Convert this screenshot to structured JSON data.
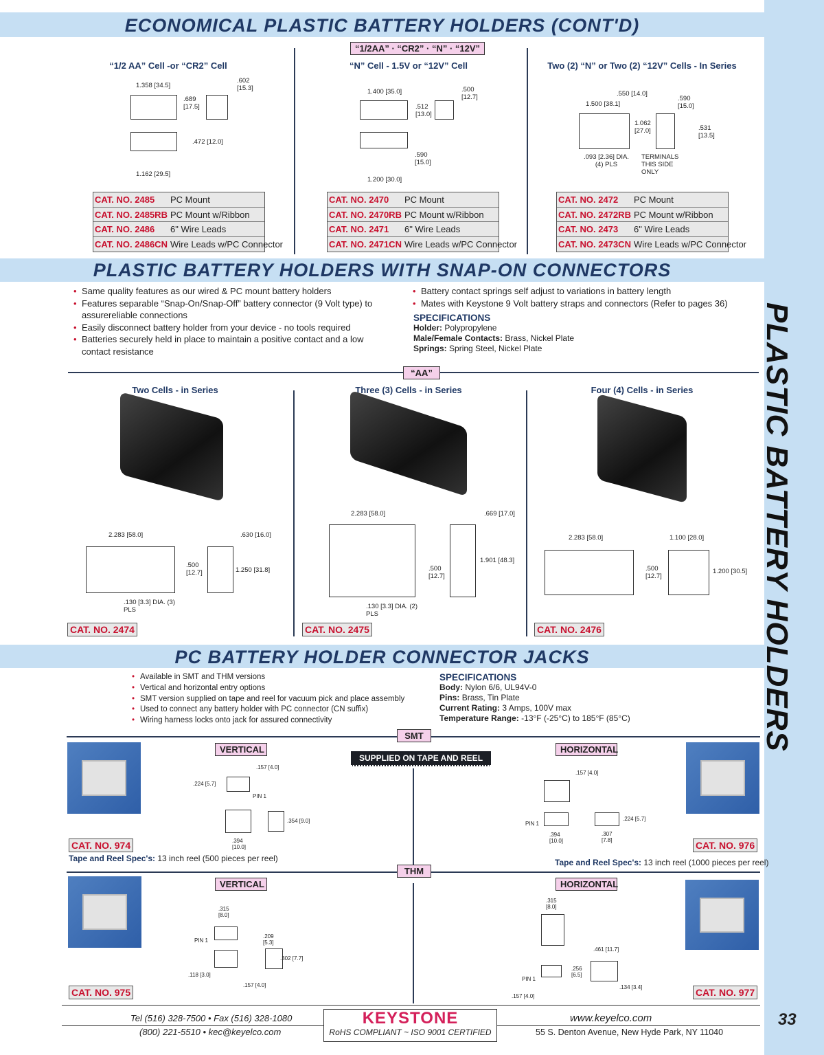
{
  "side_title": "PLASTIC BATTERY HOLDERS",
  "page_number": "33",
  "section1": {
    "title": "ECONOMICAL PLASTIC BATTERY HOLDERS (CONT'D)",
    "tag": "“1/2AA” · “CR2” · “N” · “12V”",
    "columns": [
      {
        "caption": "“1/2 AA” Cell -or “CR2” Cell",
        "dims": [
          "1.358 [34.5]",
          ".602 [15.3]",
          ".689 [17.5]",
          ".472 [12.0]",
          "1.162 [29.5]"
        ],
        "cats": [
          {
            "no": "CAT. NO. 2485",
            "desc": "PC Mount"
          },
          {
            "no": "CAT. NO. 2485RB",
            "desc": "PC Mount w/Ribbon"
          },
          {
            "no": "CAT. NO. 2486",
            "desc": "6\" Wire Leads"
          },
          {
            "no": "CAT. NO. 2486CN",
            "desc": "Wire Leads w/PC Connector"
          }
        ]
      },
      {
        "caption": "“N” Cell - 1.5V or “12V” Cell",
        "dims": [
          "1.400 [35.0]",
          ".500 [12.7]",
          ".512 [13.0]",
          ".590 [15.0]",
          "1.200 [30.0]"
        ],
        "cats": [
          {
            "no": "CAT. NO. 2470",
            "desc": "PC Mount"
          },
          {
            "no": "CAT. NO. 2470RB",
            "desc": "PC Mount w/Ribbon"
          },
          {
            "no": "CAT. NO. 2471",
            "desc": "6\" Wire Leads"
          },
          {
            "no": "CAT. NO. 2471CN",
            "desc": "Wire Leads w/PC Connector"
          }
        ]
      },
      {
        "caption": "Two (2) “N” or Two (2) “12V” Cells - In Series",
        "dims": [
          ".550 [14.0]",
          "1.500 [38.1]",
          ".590 [15.0]",
          "1.062 [27.0]",
          ".531 [13.5]",
          ".093 [2.36] DIA. (4) PLS",
          "TERMINALS THIS SIDE ONLY"
        ],
        "cats": [
          {
            "no": "CAT. NO. 2472",
            "desc": "PC Mount"
          },
          {
            "no": "CAT. NO. 2472RB",
            "desc": "PC Mount w/Ribbon"
          },
          {
            "no": "CAT. NO. 2473",
            "desc": "6\" Wire Leads"
          },
          {
            "no": "CAT. NO. 2473CN",
            "desc": "Wire Leads w/PC Connector"
          }
        ]
      }
    ]
  },
  "section2": {
    "title": "PLASTIC BATTERY HOLDERS WITH SNAP-ON CONNECTORS",
    "bullets_left": [
      "Same quality features as our wired & PC mount battery holders",
      "Features separable “Snap-On/Snap-Off” battery connector (9 Volt type) to assurereliable connections",
      "Easily disconnect battery holder from your device - no tools required",
      "Batteries securely held in place to maintain a positive contact and a low contact resistance"
    ],
    "bullets_right": [
      "Battery contact springs self adjust to variations in battery length",
      "Mates with Keystone 9 Volt battery straps and connectors (Refer to pages 36)"
    ],
    "spec_title": "SPECIFICATIONS",
    "specs": [
      {
        "k": "Holder:",
        "v": "Polypropylene"
      },
      {
        "k": "Male/Female Contacts:",
        "v": "Brass, Nickel Plate"
      },
      {
        "k": "Springs:",
        "v": "Spring Steel, Nickel Plate"
      }
    ],
    "tag": "“AA”",
    "columns": [
      {
        "caption": "Two Cells - in Series",
        "cat": "CAT. NO. 2474",
        "dims": [
          "2.283 [58.0]",
          ".630 [16.0]",
          ".500 [12.7]",
          "1.250 [31.8]",
          ".130 [3.3] DIA. (3) PLS"
        ]
      },
      {
        "caption": "Three (3) Cells - in Series",
        "cat": "CAT. NO. 2475",
        "dims": [
          "2.283 [58.0]",
          ".669 [17.0]",
          ".500 [12.7]",
          "1.901 [48.3]",
          ".130 [3.3] DIA. (2) PLS"
        ]
      },
      {
        "caption": "Four (4) Cells - in Series",
        "cat": "CAT. NO. 2476",
        "dims": [
          "2.283 [58.0]",
          "1.100 [28.0]",
          ".500 [12.7]",
          "1.200 [30.5]"
        ]
      }
    ]
  },
  "section3": {
    "title": "PC BATTERY HOLDER CONNECTOR JACKS",
    "bullets": [
      "Available in SMT and THM versions",
      "Vertical and horizontal entry options",
      "SMT version supplied on tape and reel for vacuum pick and place assembly",
      "Used to connect any battery holder with PC connector (CN suffix)",
      "Wiring harness locks onto jack for assured connectivity"
    ],
    "spec_title": "SPECIFICATIONS",
    "specs": [
      {
        "k": "Body:",
        "v": "Nylon 6/6, UL94V-0"
      },
      {
        "k": "Pins:",
        "v": "Brass, Tin Plate"
      },
      {
        "k": "Current Rating:",
        "v": "3 Amps, 100V max"
      },
      {
        "k": "Temperature Range:",
        "v": "-13°F (-25°C) to 185°F (85°C)"
      }
    ],
    "smt_tag": "SMT",
    "thm_tag": "THM",
    "tape_reel": "SUPPLIED ON TAPE AND REEL",
    "vertical": "VERTICAL",
    "horizontal": "HORIZONTAL",
    "cat974": "CAT. NO. 974",
    "cat976": "CAT. NO. 976",
    "cat975": "CAT. NO. 975",
    "cat977": "CAT. NO. 977",
    "tr_label": "Tape and Reel Spec's:",
    "tr974": "13 inch reel (500 pieces per reel)",
    "tr976": "13 inch reel (1000 pieces per reel)",
    "dims974": [
      ".157 [4.0]",
      ".224 [5.7]",
      "PIN 1",
      ".354 [9.0]",
      ".394 [10.0]"
    ],
    "dims976": [
      ".157 [4.0]",
      "PIN 1",
      ".224 [5.7]",
      ".394 [10.0]",
      ".307 [7.8]"
    ],
    "dims975": [
      ".315 [8.0]",
      "PIN 1",
      ".209 [5.3]",
      ".302 [7.7]",
      ".118 [3.0]",
      ".157 [4.0]"
    ],
    "dims977": [
      ".315 [8.0]",
      ".461 [11.7]",
      ".256 [6.5]",
      "PIN 1",
      ".134 [3.4]",
      ".157 [4.0]"
    ]
  },
  "footer": {
    "tel": "Tel (516) 328-7500  •  Fax (516) 328-1080",
    "phone2": "(800) 221-5510  •  kec@keyelco.com",
    "logo": "KEYSTONE",
    "cert": "RoHS COMPLIANT  ~  ISO 9001 CERTIFIED",
    "web": "www.keyelco.com",
    "address": "55 S. Denton Avenue, New Hyde Park, NY 11040"
  },
  "colors": {
    "band": "#c6dff3",
    "title": "#1f3864",
    "cat": "#c8102e"
  }
}
